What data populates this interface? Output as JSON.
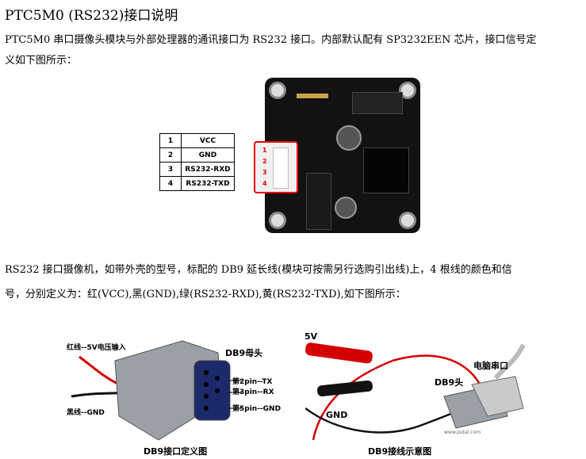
{
  "title": "PTC5M0 (RS232)接口说明",
  "intro_line1": "PTC5M0 串口摄像头模块与外部处理器的通讯接口为 RS232 接口。内部默认配有 SP3232EEN 芯片，接口信号定",
  "intro_line2": "义如下图所示：",
  "pin_table": [
    {
      "num": "1",
      "signal": "VCC"
    },
    {
      "num": "2",
      "signal": "GND"
    },
    {
      "num": "3",
      "signal": "RS232-RXD"
    },
    {
      "num": "4",
      "signal": "RS232-TXD"
    }
  ],
  "board_pin_nums": [
    "1",
    "2",
    "3",
    "4"
  ],
  "body_line1": "RS232 接口摄像机，如带外壳的型号，标配的 DB9 延长线(模块可按需另行选购引出线)上，4 根线的颜色和信",
  "body_line2": "号，分别定义为：红(VCC),黑(GND),绿(RS232-RXD),黄(RS232-TXD),如下图所示：",
  "left_photo": {
    "red_wire_label": "红线--5V电压输入",
    "black_wire_label": "黑线--GND",
    "db9_female_label": "DB9母头",
    "pin2_label": "第2pin--TX",
    "pin3_label": "第3pin--RX",
    "pin5_label": "第5pin--GND",
    "caption": "DB9接口定义图"
  },
  "right_photo": {
    "v5_label": "5V",
    "gnd_label": "GND",
    "db9_head_label": "DB9头",
    "pc_serial_label": "电脑串口",
    "watermark": "www.putal.com",
    "caption": "DB9接线示意图"
  },
  "colors": {
    "red_wire": "#d40000",
    "black_wire": "#111111",
    "connector_outline": "#e00000",
    "board": "#121212"
  }
}
